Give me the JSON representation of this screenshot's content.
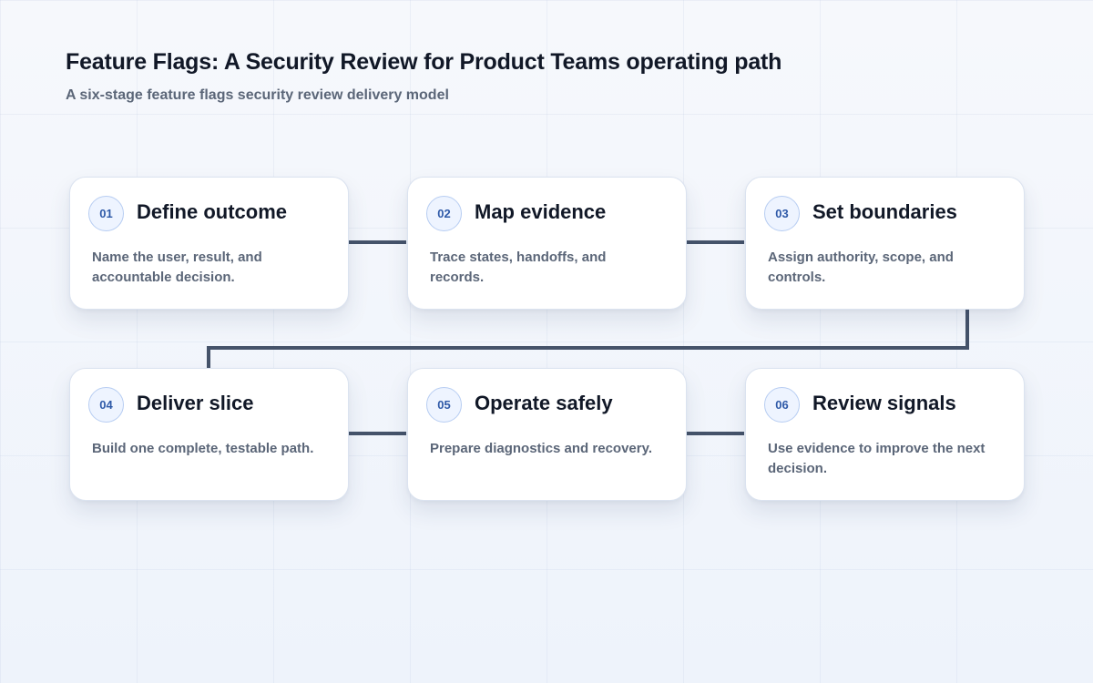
{
  "header": {
    "title": "Feature Flags: A Security Review for Product Teams operating path",
    "subtitle": "A six-stage feature flags security review delivery model"
  },
  "colors": {
    "connector": "#45536a",
    "badge_text": "#2f5aa8",
    "badge_border": "#b7cdf2",
    "badge_fill": "#eef4ff"
  },
  "stages": [
    {
      "num": "01",
      "title": "Define outcome",
      "desc": "Name the user, result, and accountable decision."
    },
    {
      "num": "02",
      "title": "Map evidence",
      "desc": "Trace states, handoffs, and records."
    },
    {
      "num": "03",
      "title": "Set boundaries",
      "desc": "Assign authority, scope, and controls."
    },
    {
      "num": "04",
      "title": "Deliver slice",
      "desc": "Build one complete, testable path."
    },
    {
      "num": "05",
      "title": "Operate safely",
      "desc": "Prepare diagnostics and recovery."
    },
    {
      "num": "06",
      "title": "Review signals",
      "desc": "Use evidence to improve the next decision."
    }
  ]
}
